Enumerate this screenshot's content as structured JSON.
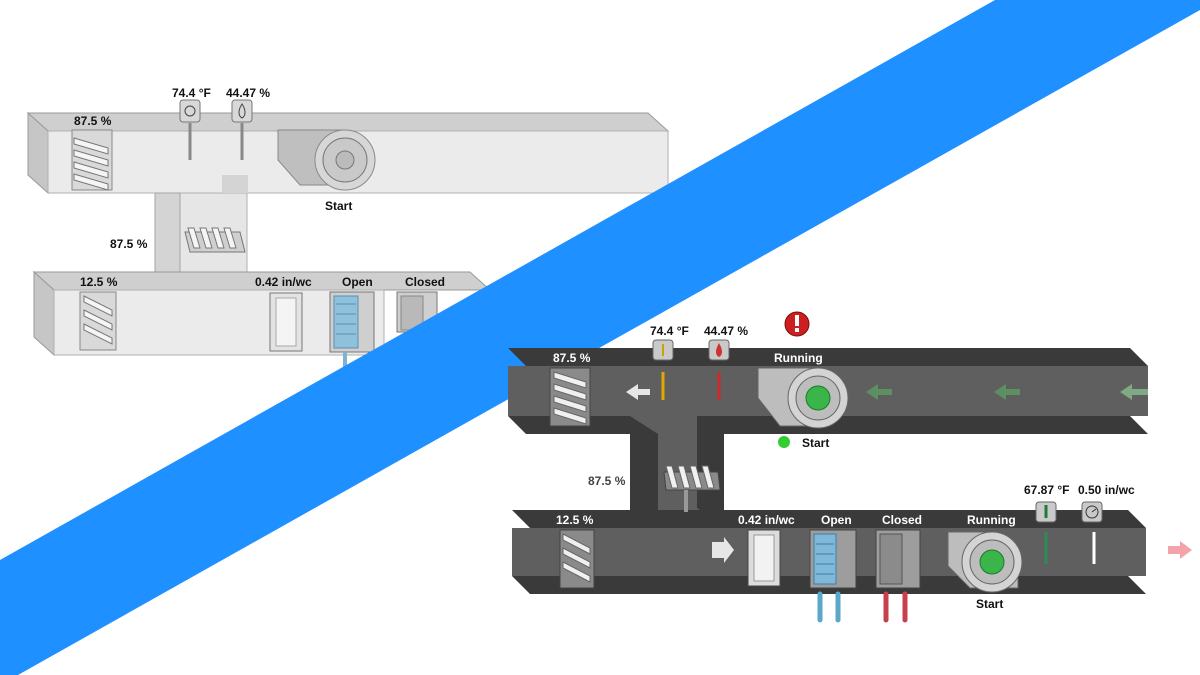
{
  "light": {
    "temp_label": "74.4 °F",
    "humidity_label": "44.47 %",
    "exhaust_damper": "87.5 %",
    "fan_status": "Start",
    "mix_damper": "87.5 %",
    "outside_damper": "12.5 %",
    "filter_pressure": "0.42 in/wc",
    "cooling_valve": "Open",
    "heating_valve": "Closed"
  },
  "dark": {
    "temp_label": "74.4 °F",
    "humidity_label": "44.47 %",
    "exhaust_damper": "87.5 %",
    "return_fan_status": "Running",
    "return_fan_cmd": "Start",
    "mix_damper": "87.5 %",
    "outside_damper": "12.5 %",
    "filter_pressure": "0.42 in/wc",
    "cooling_valve": "Open",
    "heating_valve": "Closed",
    "supply_fan_status": "Running",
    "supply_fan_cmd": "Start",
    "supply_temp": "67.87 °F",
    "supply_pressure": "0.50 in/wc"
  },
  "colors": {
    "divider": "#1e90ff",
    "duct_dark": "#5a5a5a",
    "duct_light": "#e8e8e8",
    "running": "#33cc33",
    "alarm": "#cc1f1f",
    "cooling": "#5aa7c9",
    "heating": "#c9404c"
  },
  "icons": {
    "alarm": "alarm-icon",
    "temperature": "thermometer-icon",
    "humidity": "humidity-icon",
    "pressure": "gauge-icon"
  }
}
